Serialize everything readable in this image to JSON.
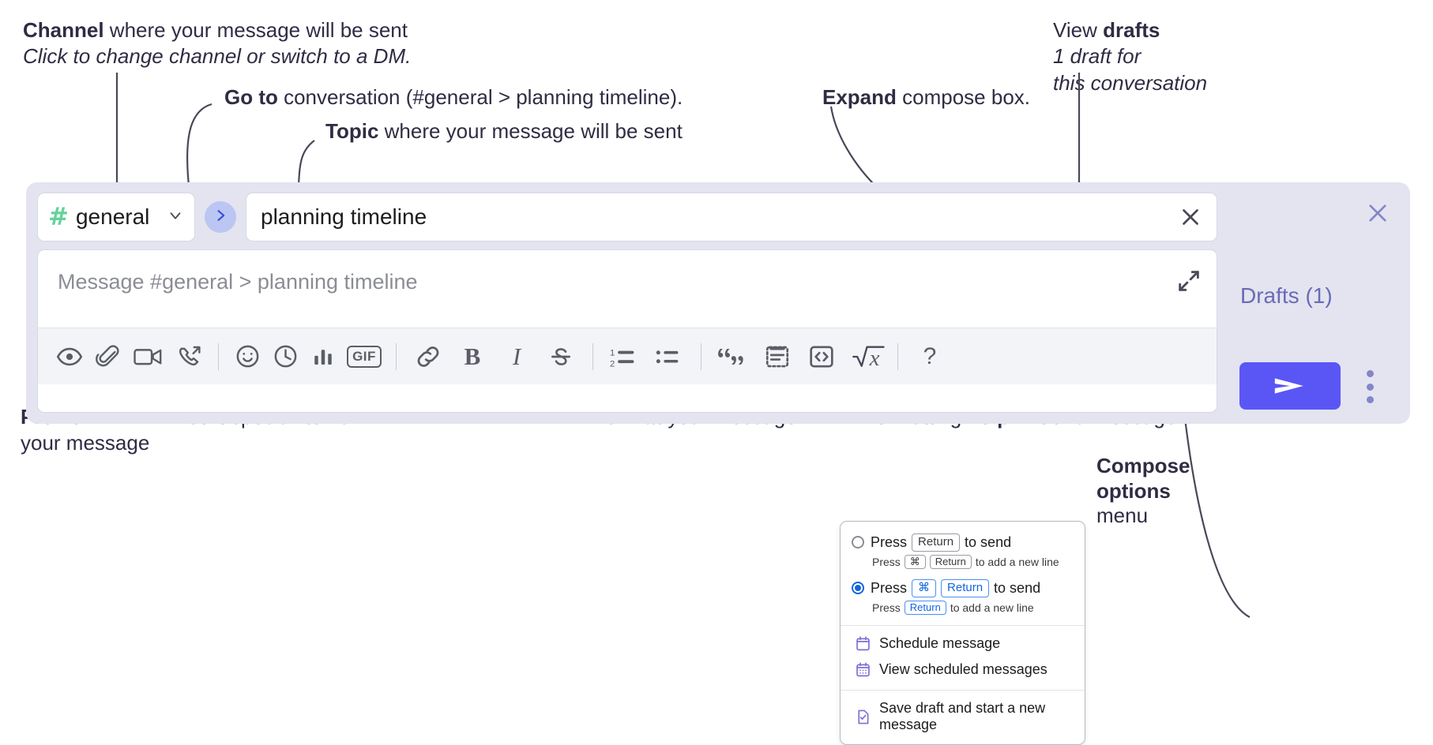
{
  "annotations": {
    "channel": {
      "bold": "Channel",
      "rest": " where your message will be sent",
      "italic": "Click to change channel or switch to a DM."
    },
    "goto": {
      "bold": "Go to",
      "rest": " conversation (#general > planning timeline)."
    },
    "topic": {
      "bold": "Topic",
      "rest": " where your message will be sent"
    },
    "expand": {
      "bold": "Expand",
      "rest": " compose box."
    },
    "drafts": {
      "bold_lead": "View ",
      "bold": "drafts",
      "italic1": "1 draft for",
      "italic2": "this conversation"
    },
    "preview": {
      "bold": "Preview",
      "rest": "your message"
    },
    "insert": {
      "bold": "Insert",
      "rest": " special items"
    },
    "format": {
      "bold": "Format",
      "rest": " your message"
    },
    "help": {
      "lead": "Formatting ",
      "bold": "help"
    },
    "send": {
      "bold": "Send",
      "rest": " message"
    },
    "compose_options": {
      "bold1": "Compose",
      "bold2": "options",
      "rest": "menu"
    }
  },
  "compose": {
    "channel_name": "general",
    "channel_hash": "#",
    "topic_value": "planning timeline",
    "message_placeholder": "Message #general > planning timeline",
    "drafts_label": "Drafts (1)",
    "toolbar": [
      {
        "name": "preview-icon",
        "label": "Preview"
      },
      {
        "name": "attachment-icon",
        "label": "Attach file"
      },
      {
        "name": "video-icon",
        "label": "Record video clip"
      },
      {
        "name": "call-icon",
        "label": "Start call"
      },
      {
        "name": "emoji-icon",
        "label": "Emoji"
      },
      {
        "name": "clock-icon",
        "label": "Reminder"
      },
      {
        "name": "poll-icon",
        "label": "Poll"
      },
      {
        "name": "gif-icon",
        "label": "GIF"
      },
      {
        "name": "link-icon",
        "label": "Link"
      },
      {
        "name": "bold-icon",
        "label": "B"
      },
      {
        "name": "italic-icon",
        "label": "I"
      },
      {
        "name": "strikethrough-icon",
        "label": "Strikethrough"
      },
      {
        "name": "ordered-list-icon",
        "label": "Ordered list"
      },
      {
        "name": "bulleted-list-icon",
        "label": "Bulleted list"
      },
      {
        "name": "blockquote-icon",
        "label": "Blockquote"
      },
      {
        "name": "code-block-icon",
        "label": "Code block"
      },
      {
        "name": "code-icon",
        "label": "Code"
      },
      {
        "name": "math-icon",
        "label": "Math"
      },
      {
        "name": "help-icon",
        "label": "?"
      }
    ],
    "gif_label": "GIF",
    "bold_label": "B",
    "italic_label": "I",
    "help_label": "?"
  },
  "menu": {
    "option1": {
      "press": "Press",
      "key": "Return",
      "tail": "to send"
    },
    "option1_sub": {
      "press": "Press",
      "key1": "⌘",
      "key2": "Return",
      "tail": "to add a new line"
    },
    "option2": {
      "press": "Press",
      "key1": "⌘",
      "key2": "Return",
      "tail": "to send"
    },
    "option2_sub": {
      "press": "Press",
      "key": "Return",
      "tail": "to add a new line"
    },
    "items": [
      {
        "icon": "calendar-schedule-icon",
        "label": "Schedule message"
      },
      {
        "icon": "calendar-view-icon",
        "label": "View scheduled messages"
      },
      {
        "icon": "save-draft-icon",
        "label": "Save draft and start a new message"
      }
    ]
  },
  "colors": {
    "accent": "#5a56f5",
    "panel": "#e3e4f0",
    "hash_green": "#63d29b",
    "drafts_purple": "#6a6bb5",
    "radio_blue": "#1264dd",
    "menu_icon_purple": "#7b6fd6"
  }
}
